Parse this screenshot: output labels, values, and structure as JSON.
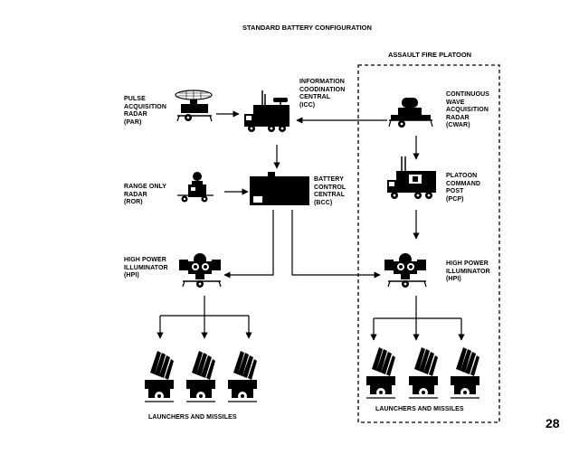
{
  "title": "STANDARD BATTERY CONFIGURATION",
  "platoon_title": "ASSAULT FIRE PLATOON",
  "page_number": "28",
  "labels": {
    "par": [
      "PULSE",
      "ACQUISITION",
      "RADAR",
      "(PAR)"
    ],
    "icc": [
      "INFORMATION",
      "COODINATION",
      "CENTRAL",
      "(ICC)"
    ],
    "cwar": [
      "CONTINUOUS",
      "WAVE",
      "ACQUISITION",
      "RADAR",
      "(CWAR)"
    ],
    "ror": [
      "RANGE ONLY",
      "RADAR",
      "(ROR)"
    ],
    "bcc": [
      "BATTERY",
      "CONTROL",
      "CENTRAL",
      "(BCC)"
    ],
    "pcp": [
      "PLATOON",
      "COMMAND",
      "POST",
      "(PCP)"
    ],
    "hpi_left": [
      "HIGH POWER",
      "ILLUMINATOR",
      "(HPI)"
    ],
    "hpi_right": [
      "HIGH POWER",
      "ILLUMINATOR",
      "(HPI)"
    ],
    "launchers_left": "LAUNCHERS AND MISSILES",
    "launchers_right": "LAUNCHERS AND MISSILES"
  },
  "icons": {
    "par": "pulse-acquisition-radar-icon",
    "icc": "information-coordination-central-icon",
    "cwar": "continuous-wave-radar-icon",
    "ror": "range-only-radar-icon",
    "bcc": "battery-control-central-icon",
    "pcp": "platoon-command-post-icon",
    "hpi": "illuminator-radar-icon",
    "launcher": "missile-launcher-icon"
  }
}
